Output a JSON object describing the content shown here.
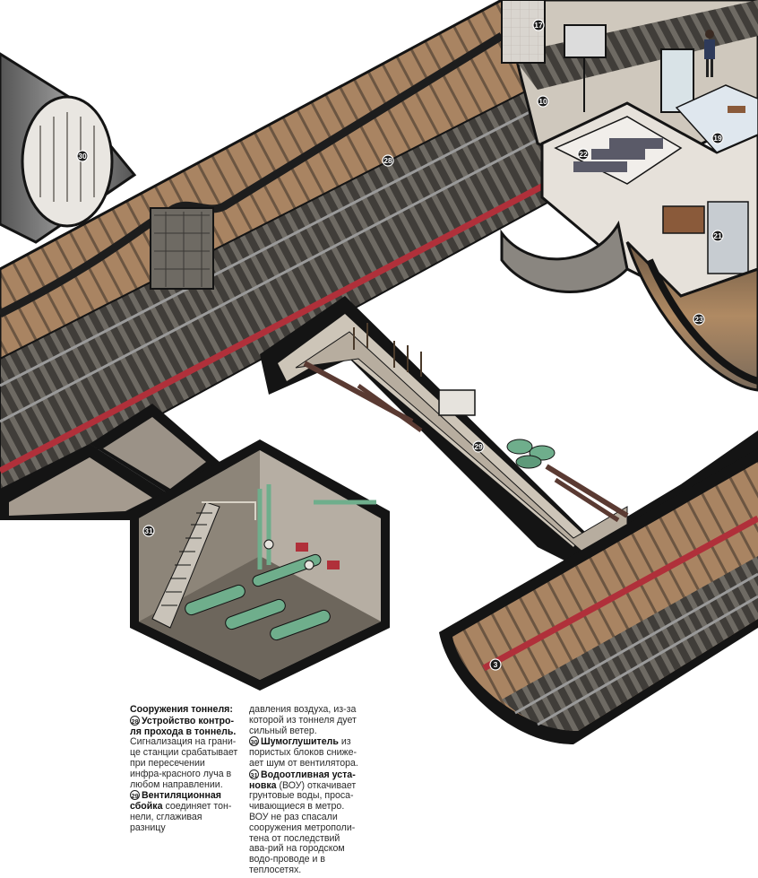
{
  "callouts": {
    "c3": "3",
    "c10": "10",
    "c17": "17",
    "c19": "19",
    "c21": "21",
    "c22": "22",
    "c23": "23",
    "c28": "28",
    "c29": "29",
    "c30": "30",
    "c31": "31"
  },
  "caption": {
    "heading": "Сооружения тоннеля:",
    "item28": {
      "num": "28",
      "term": "Устройство контро-ля прохода в тоннель.",
      "text": "Сигнализация на грани-це станции срабатывает при пересечении инфра-красного луча в любом направлении."
    },
    "item29": {
      "num": "29",
      "term": "Вентиляционная сбойка",
      "text": "соединяет тон-нели, сглаживая разницу"
    },
    "item29_cont": "давления воздуха, из-за которой из тоннеля дует сильный ветер.",
    "item30": {
      "num": "30",
      "term": "Шумоглушитель",
      "text": "из пористых блоков сниже-ает шум от вентилятора."
    },
    "item31": {
      "num": "31",
      "term": "Водоотливная уста-новка",
      "text": "(ВОУ) откачивает грунтовые воды, проса-чивающиеся в метро. ВОУ не раз спасали сооружения метрополи-тена от последствий ава-рий на городском водо-проводе и в теплосетях."
    }
  },
  "colors": {
    "outline": "#141414",
    "concrete": "#a89f94",
    "lining": "#b08a63",
    "rail": "#8c8c8c",
    "pipe_red": "#b0303a",
    "pipe_green": "#6fae8c",
    "floor_station": "#d9d2c8"
  }
}
